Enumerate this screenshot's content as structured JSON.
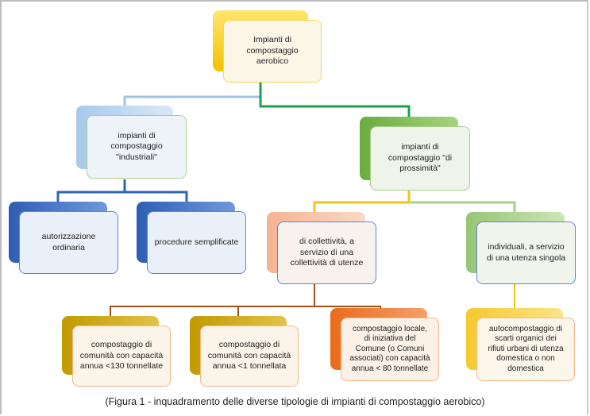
{
  "diagram": {
    "root": {
      "label": "Impianti di compostaggio aerobico",
      "lines": [
        "Impianti di",
        "compostaggio",
        "aerobico"
      ],
      "accent": "#f5c400"
    },
    "industrial": {
      "label": "impianti di compostaggio \"industriali\"",
      "lines": [
        "impianti di",
        "compostaggio",
        "\"industriali\""
      ],
      "accent": "#8db8e3"
    },
    "proximity": {
      "label": "impianti di compostaggio \"di prossimità\"",
      "lines": [
        "impianti di",
        "compostaggio \"di",
        "prossimità\""
      ],
      "accent": "#6aac3e"
    },
    "ordinary": {
      "label": "autorizzazione ordinaria",
      "lines": [
        "autorizzazione",
        "ordinaria"
      ],
      "accent": "#3e6cc4"
    },
    "simplified": {
      "label": "procedure semplificate",
      "lines": [
        "procedure semplificate"
      ],
      "accent": "#3e6cc4"
    },
    "collective": {
      "label": "di collettività, a servizio di una collettività di utenze",
      "lines": [
        "di collettività, a",
        "servizio di una",
        "collettività di utenze"
      ],
      "accent": "#f4b69a"
    },
    "individual": {
      "label": "individuali, a servizio di una utenza singola",
      "lines": [
        "individuali, a servizio",
        "di una utenza singola"
      ],
      "accent": "#9cc97c"
    },
    "community130": {
      "label": "compostaggio di comunità con capacità annua <130 tonnellate",
      "lines": [
        "compostaggio di",
        "comunità con capacità",
        "annua <130 tonnellate"
      ],
      "accent": "#c9a000"
    },
    "community1": {
      "label": "compostaggio di comunità con capacità annua <1 tonnellata",
      "lines": [
        "compostaggio di",
        "comunità con capacità",
        "annua <1 tonnellata"
      ],
      "accent": "#c9a000"
    },
    "local": {
      "label": "compostaggio locale, di iniziativa del Comune (o Comuni associati) con capacità annua < 80 tonnellate",
      "lines": [
        "compostaggio locale,",
        "di iniziativa del",
        "Comune (o Comuni",
        "associati) con capacità",
        "annua < 80 tonnellate"
      ],
      "accent": "#ee7a2e"
    },
    "self": {
      "label": "autocompostaggio di scarti organici dei rifiuti urbani di utenza domestica o non domestica",
      "lines": [
        "autocompostaggio di",
        "scarti organici dei",
        "rifiuti urbani di utenza",
        "domestica o non",
        "domestica"
      ],
      "accent": "#f7cf40"
    }
  },
  "caption": "(Figura 1 - inquadramento delle diverse tipologie di impianti di compostaggio aerobico)"
}
